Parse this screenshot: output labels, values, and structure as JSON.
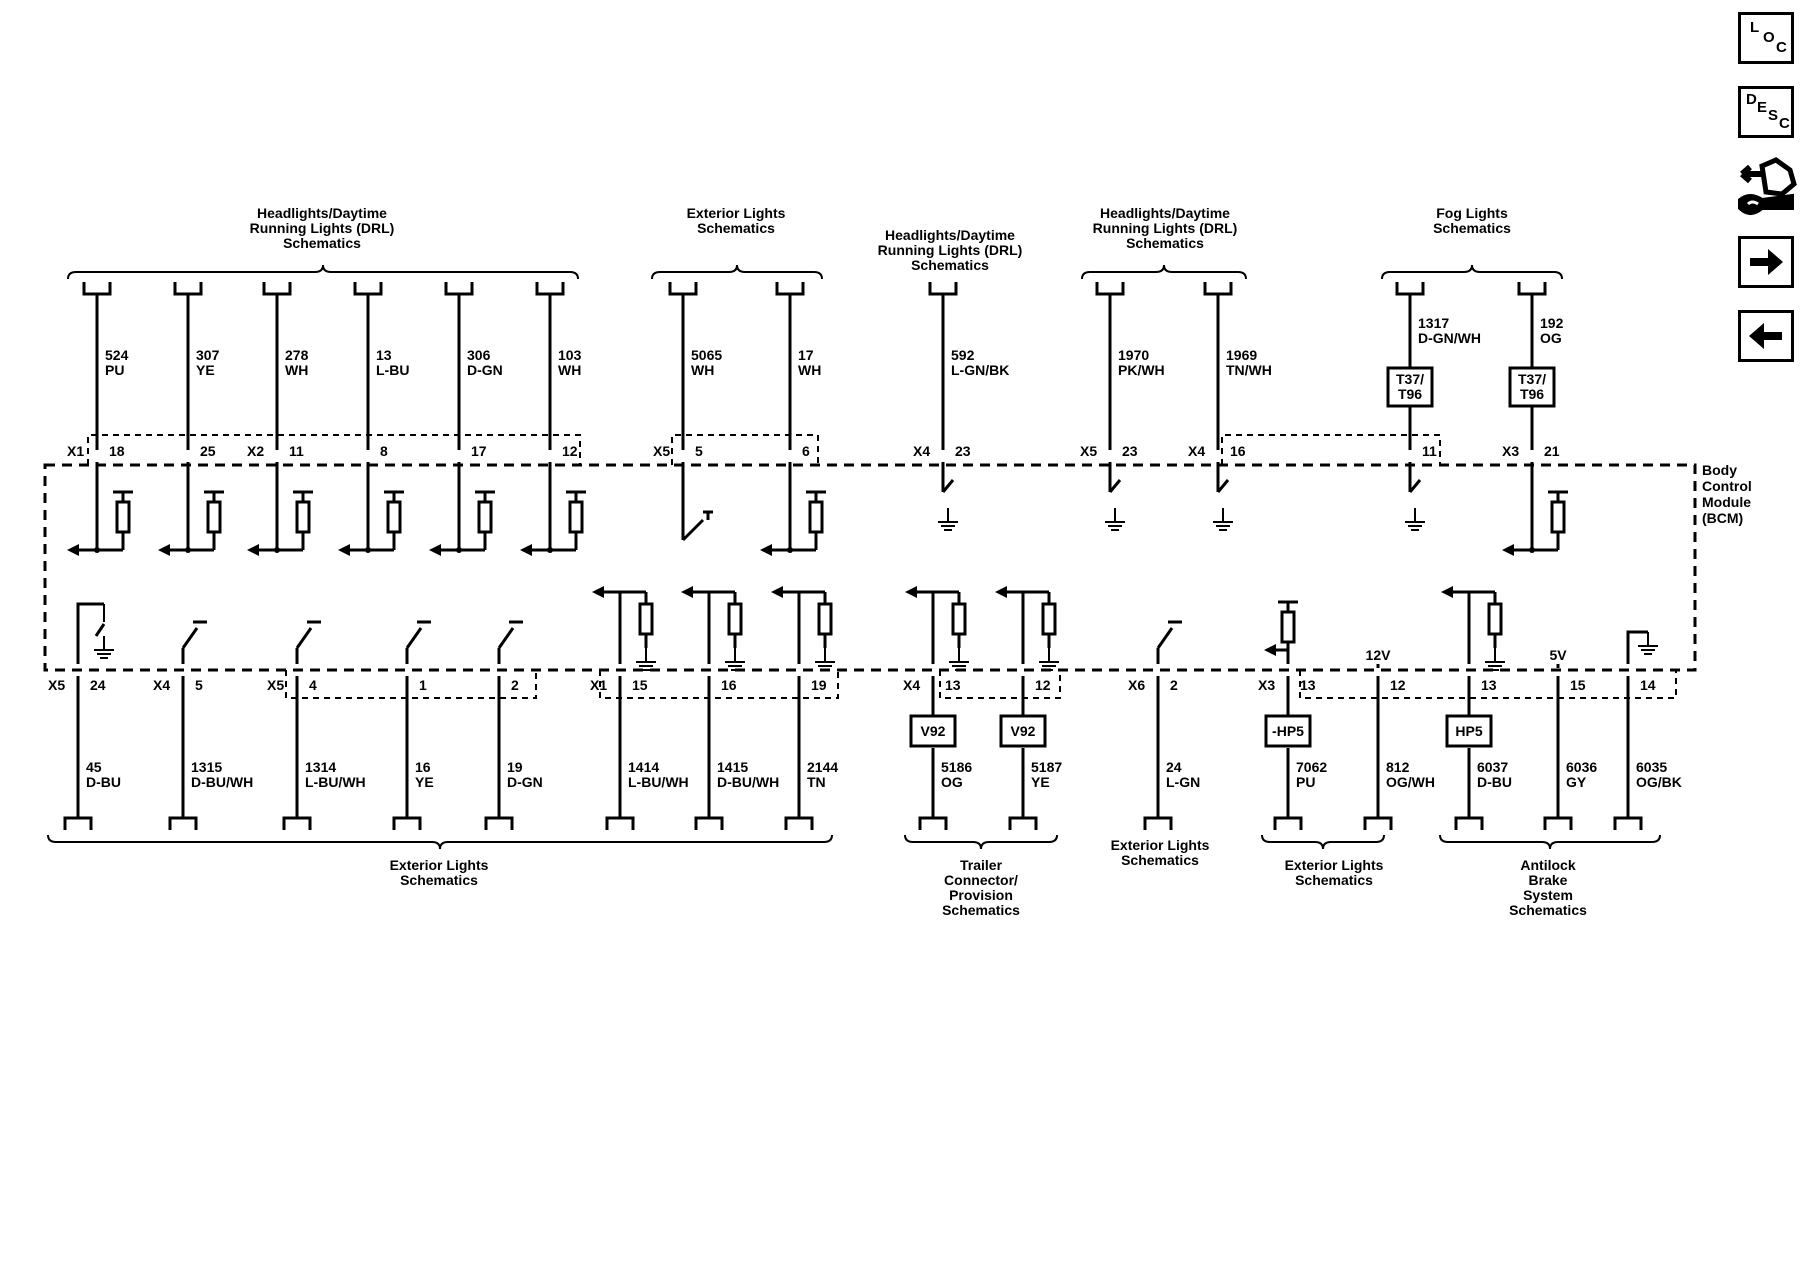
{
  "diagram": {
    "module": [
      "Body",
      "Control",
      "Module",
      "(BCM)"
    ],
    "top_groups": [
      {
        "lines": [
          "Headlights/Daytime",
          "Running Lights (DRL)",
          "Schematics"
        ]
      },
      {
        "lines": [
          "Exterior Lights",
          "Schematics"
        ]
      },
      {
        "lines": [
          "Headlights/Daytime",
          "Running Lights (DRL)",
          "Schematics"
        ]
      },
      {
        "lines": [
          "Headlights/Daytime",
          "Running Lights (DRL)",
          "Schematics"
        ]
      },
      {
        "lines": [
          "Fog Lights",
          "Schematics"
        ]
      }
    ],
    "top_circuits": [
      {
        "conn": "X1",
        "pin": "18",
        "circuit": "524",
        "color": "PU"
      },
      {
        "conn": "",
        "pin": "25",
        "circuit": "307",
        "color": "YE"
      },
      {
        "conn": "X2",
        "pin": "11",
        "circuit": "278",
        "color": "WH"
      },
      {
        "conn": "",
        "pin": "8",
        "circuit": "13",
        "color": "L-BU"
      },
      {
        "conn": "",
        "pin": "17",
        "circuit": "306",
        "color": "D-GN"
      },
      {
        "conn": "",
        "pin": "12",
        "circuit": "103",
        "color": "WH"
      },
      {
        "conn": "X5",
        "pin": "5",
        "circuit": "5065",
        "color": "WH"
      },
      {
        "conn": "",
        "pin": "6",
        "circuit": "17",
        "color": "WH"
      },
      {
        "conn": "X4",
        "pin": "23",
        "circuit": "592",
        "color": "L-GN/BK"
      },
      {
        "conn": "X5",
        "pin": "23",
        "circuit": "1970",
        "color": "PK/WH"
      },
      {
        "conn": "X4",
        "pin": "16",
        "circuit": "1969",
        "color": "TN/WH"
      },
      {
        "conn": "",
        "pin": "11",
        "circuit": "1317",
        "color": "D-GN/WH",
        "option": "T37/\nT96"
      },
      {
        "conn": "X3",
        "pin": "21",
        "circuit": "192",
        "color": "OG",
        "option": "T37/\nT96"
      }
    ],
    "bottom_circuits": [
      {
        "conn": "X5",
        "pin": "24",
        "circuit": "45",
        "color": "D-BU"
      },
      {
        "conn": "X4",
        "pin": "5",
        "circuit": "1315",
        "color": "D-BU/WH"
      },
      {
        "conn": "X5",
        "pin": "4",
        "circuit": "1314",
        "color": "L-BU/WH"
      },
      {
        "conn": "",
        "pin": "1",
        "circuit": "16",
        "color": "YE"
      },
      {
        "conn": "",
        "pin": "2",
        "circuit": "19",
        "color": "D-GN"
      },
      {
        "conn": "X1",
        "pin": "15",
        "circuit": "1414",
        "color": "L-BU/WH"
      },
      {
        "conn": "",
        "pin": "16",
        "circuit": "1415",
        "color": "D-BU/WH"
      },
      {
        "conn": "",
        "pin": "19",
        "circuit": "2144",
        "color": "TN"
      },
      {
        "conn": "X4",
        "pin": "13",
        "circuit": "5186",
        "color": "OG",
        "option": "V92"
      },
      {
        "conn": "",
        "pin": "12",
        "circuit": "5187",
        "color": "YE",
        "option": "V92"
      },
      {
        "conn": "X6",
        "pin": "2",
        "circuit": "24",
        "color": "L-GN"
      },
      {
        "conn": "X3",
        "pin": "13",
        "circuit": "7062",
        "color": "PU",
        "option": "-HP5"
      },
      {
        "conn": "",
        "pin": "12",
        "circuit": "812",
        "color": "OG/WH",
        "voltage": "12V"
      },
      {
        "conn": "",
        "pin": "13",
        "circuit": "6037",
        "color": "D-BU",
        "option": "HP5"
      },
      {
        "conn": "",
        "pin": "15",
        "circuit": "6036",
        "color": "GY",
        "voltage": "5V"
      },
      {
        "conn": "",
        "pin": "14",
        "circuit": "6035",
        "color": "OG/BK"
      }
    ],
    "bottom_groups": [
      {
        "lines": [
          "Exterior Lights",
          "Schematics"
        ]
      },
      {
        "lines": [
          "Trailer",
          "Connector/",
          "Provision",
          "Schematics"
        ]
      },
      {
        "lines": [
          "Exterior Lights",
          "Schematics"
        ]
      },
      {
        "lines": [
          "Exterior Lights",
          "Schematics"
        ]
      },
      {
        "lines": [
          "Antilock",
          "Brake",
          "System",
          "Schematics"
        ]
      }
    ]
  },
  "nav": {
    "loc": [
      "L",
      "O",
      "C"
    ],
    "desc": [
      "D",
      "E",
      "S",
      "C"
    ],
    "connector_icon": "connector-end-view-icon",
    "next_icon": "arrow-right-icon",
    "prev_icon": "arrow-left-icon"
  }
}
